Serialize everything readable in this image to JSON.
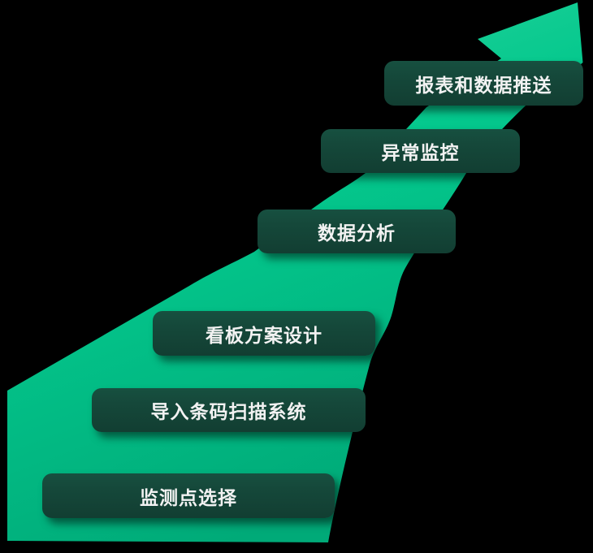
{
  "diagram": {
    "type": "process-growth-arrow",
    "steps": [
      {
        "label": "报表和数据推送",
        "position": "top"
      },
      {
        "label": "异常监控",
        "position": "2nd-from-top"
      },
      {
        "label": "数据分析",
        "position": "3rd-from-top"
      },
      {
        "label": "看板方案设计",
        "position": "4th-from-top"
      },
      {
        "label": "导入条码扫描系统",
        "position": "5th-from-top"
      },
      {
        "label": "监测点选择",
        "position": "bottom"
      }
    ],
    "flow_order_bottom_to_top": [
      "监测点选择",
      "导入条码扫描系统",
      "看板方案设计",
      "数据分析",
      "异常监控",
      "报表和数据推送"
    ],
    "colors": {
      "background": "#000000",
      "arrow_light": "#38d7a2",
      "arrow_mid": "#04c88d",
      "arrow_dark": "#00aa78",
      "step_box": "#15483a",
      "step_text": "#f2f2f2"
    }
  }
}
